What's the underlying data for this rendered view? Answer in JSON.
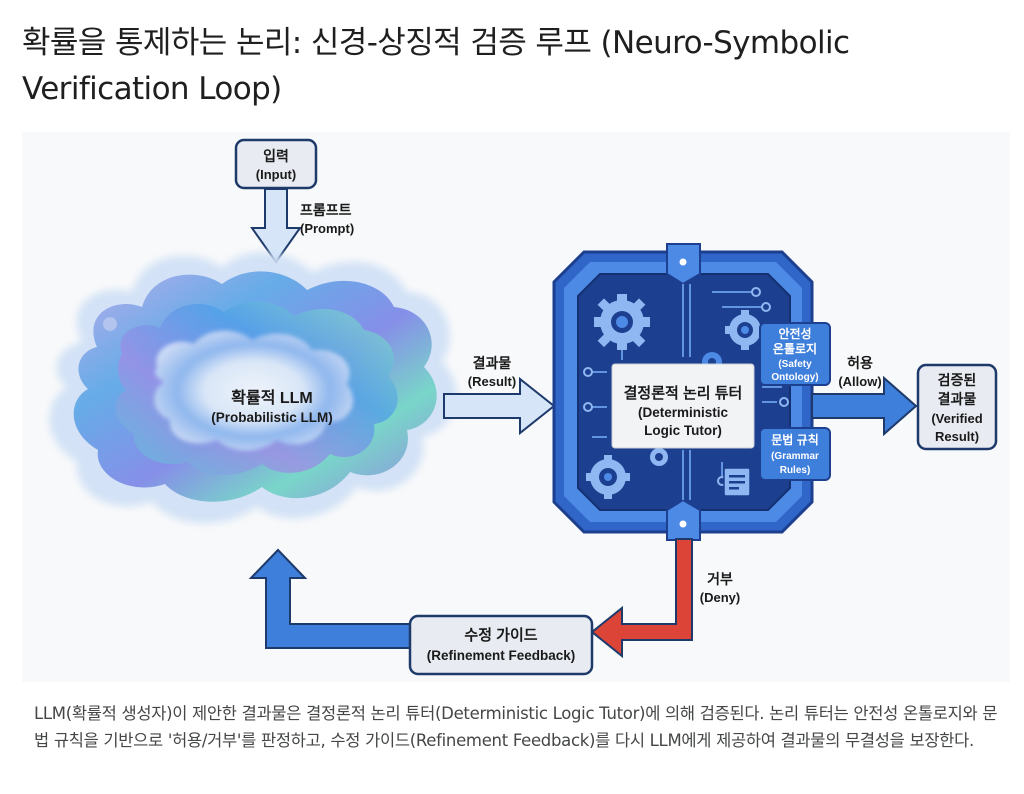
{
  "title": "확률을 통제하는 논리: 신경-상징적 검증 루프 (Neuro-Symbolic Verification Loop)",
  "diagram": {
    "input": {
      "ko": "입력",
      "en": "(Input)"
    },
    "prompt_arrow": {
      "ko": "프롬프트",
      "en": "(Prompt)"
    },
    "llm": {
      "ko": "확률적 LLM",
      "en": "(Probabilistic LLM)"
    },
    "result_arrow": {
      "ko": "결과물",
      "en": "(Result)"
    },
    "tutor": {
      "ko": "결정론적 논리 튜터",
      "en_line1": "(Deterministic",
      "en_line2": "Logic Tutor)"
    },
    "safety": {
      "ko_line1": "안전성",
      "ko_line2": "온톨로지",
      "en_line1": "(Safety",
      "en_line2": "Ontology)"
    },
    "grammar": {
      "ko": "문법 규칙",
      "en_line1": "(Grammar",
      "en_line2": "Rules)"
    },
    "allow_arrow": {
      "ko": "허용",
      "en": "(Allow)"
    },
    "verified": {
      "ko_line1": "검증된",
      "ko_line2": "결과물",
      "en_line1": "(Verified",
      "en_line2": "Result)"
    },
    "deny_arrow": {
      "ko": "거부",
      "en": "(Deny)"
    },
    "feedback": {
      "ko": "수정 가이드",
      "en": "(Refinement Feedback)"
    },
    "colors": {
      "blue_arrow": "#3f7fdc",
      "red_arrow": "#db4437",
      "navy_outline": "#1e3a6b",
      "box_fill": "#e8ecf2",
      "chip_dark": "#1d3f8f",
      "chip_mid": "#2f66c8",
      "chip_light": "#4d8ae6"
    }
  },
  "caption": "LLM(확률적 생성자)이 제안한 결과물은 결정론적 논리 튜터(Deterministic Logic Tutor)에 의해 검증된다. 논리 튜터는 안전성 온톨로지와 문법 규칙을 기반으로 '허용/거부'를 판정하고, 수정 가이드(Refinement Feedback)를 다시 LLM에게 제공하여 결과물의 무결성을 보장한다."
}
